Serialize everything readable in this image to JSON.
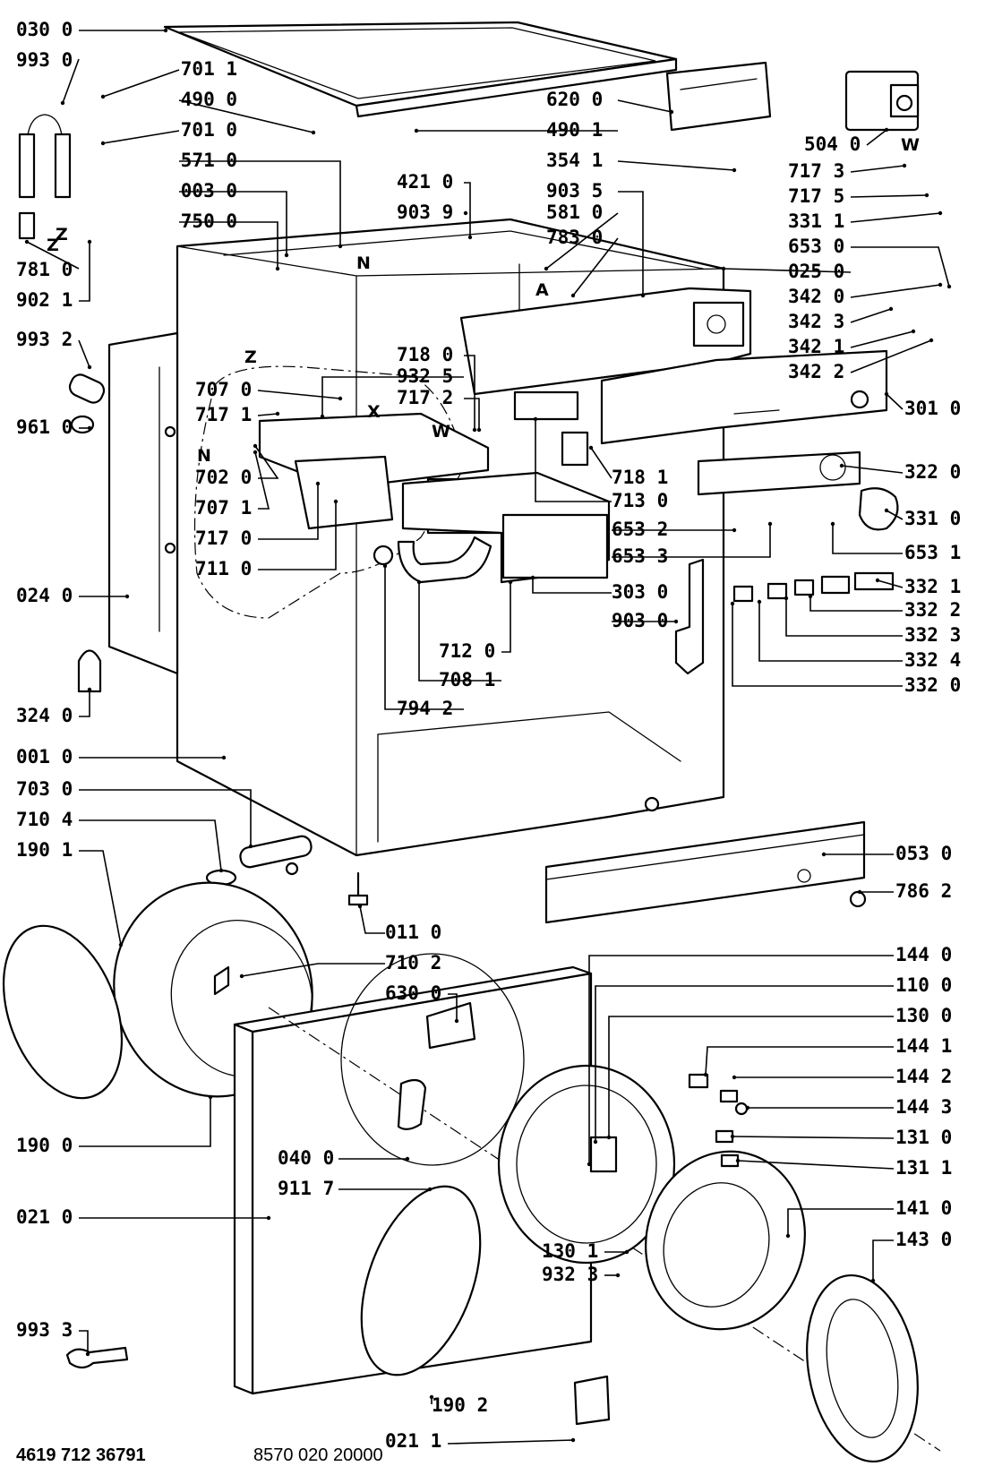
{
  "callouts": [
    {
      "code": "030 0"
    },
    {
      "code": "993 0"
    },
    {
      "code": "701 1"
    },
    {
      "code": "490 0"
    },
    {
      "code": "701 0"
    },
    {
      "code": "571 0"
    },
    {
      "code": "003 0"
    },
    {
      "code": "750 0"
    },
    {
      "code": "781 0"
    },
    {
      "code": "902 1"
    },
    {
      "code": "993 2"
    },
    {
      "code": "961 0"
    },
    {
      "code": "707 0"
    },
    {
      "code": "717 1"
    },
    {
      "code": "702 0"
    },
    {
      "code": "707 1"
    },
    {
      "code": "717 0"
    },
    {
      "code": "711 0"
    },
    {
      "code": "024 0"
    },
    {
      "code": "324 0"
    },
    {
      "code": "001 0"
    },
    {
      "code": "703 0"
    },
    {
      "code": "710 4"
    },
    {
      "code": "190 1"
    },
    {
      "code": "190 0"
    },
    {
      "code": "021 0"
    },
    {
      "code": "993 3"
    },
    {
      "code": "620 0"
    },
    {
      "code": "490 1"
    },
    {
      "code": "354 1"
    },
    {
      "code": "903 5"
    },
    {
      "code": "421 0"
    },
    {
      "code": "903 9"
    },
    {
      "code": "581 0"
    },
    {
      "code": "783 0"
    },
    {
      "code": "718 0"
    },
    {
      "code": "932 5"
    },
    {
      "code": "717 2"
    },
    {
      "code": "712 0"
    },
    {
      "code": "708 1"
    },
    {
      "code": "794 2"
    },
    {
      "code": "011 0"
    },
    {
      "code": "710 2"
    },
    {
      "code": "630 0"
    },
    {
      "code": "040 0"
    },
    {
      "code": "911 7"
    },
    {
      "code": "130 1"
    },
    {
      "code": "932 3"
    },
    {
      "code": "190 2"
    },
    {
      "code": "021 1"
    },
    {
      "code": "504 0"
    },
    {
      "code": "717 3"
    },
    {
      "code": "717 5"
    },
    {
      "code": "331 1"
    },
    {
      "code": "653 0"
    },
    {
      "code": "025 0"
    },
    {
      "code": "342 0"
    },
    {
      "code": "342 3"
    },
    {
      "code": "342 1"
    },
    {
      "code": "342 2"
    },
    {
      "code": "301 0"
    },
    {
      "code": "718 1"
    },
    {
      "code": "322 0"
    },
    {
      "code": "713 0"
    },
    {
      "code": "331 0"
    },
    {
      "code": "653 2"
    },
    {
      "code": "653 3"
    },
    {
      "code": "653 1"
    },
    {
      "code": "303 0"
    },
    {
      "code": "332 1"
    },
    {
      "code": "332 2"
    },
    {
      "code": "903 0"
    },
    {
      "code": "332 3"
    },
    {
      "code": "332 4"
    },
    {
      "code": "332 0"
    },
    {
      "code": "053 0"
    },
    {
      "code": "786 2"
    },
    {
      "code": "144 0"
    },
    {
      "code": "110 0"
    },
    {
      "code": "130 0"
    },
    {
      "code": "144 1"
    },
    {
      "code": "144 2"
    },
    {
      "code": "144 3"
    },
    {
      "code": "131 0"
    },
    {
      "code": "131 1"
    },
    {
      "code": "141 0"
    },
    {
      "code": "143 0"
    }
  ],
  "zone_letters": [
    "Z",
    "Z",
    "Z",
    "N",
    "N",
    "A",
    "X",
    "W",
    "W"
  ],
  "footer": {
    "left_code": "4619 712 36791",
    "right_code": "8570 020 20000"
  }
}
